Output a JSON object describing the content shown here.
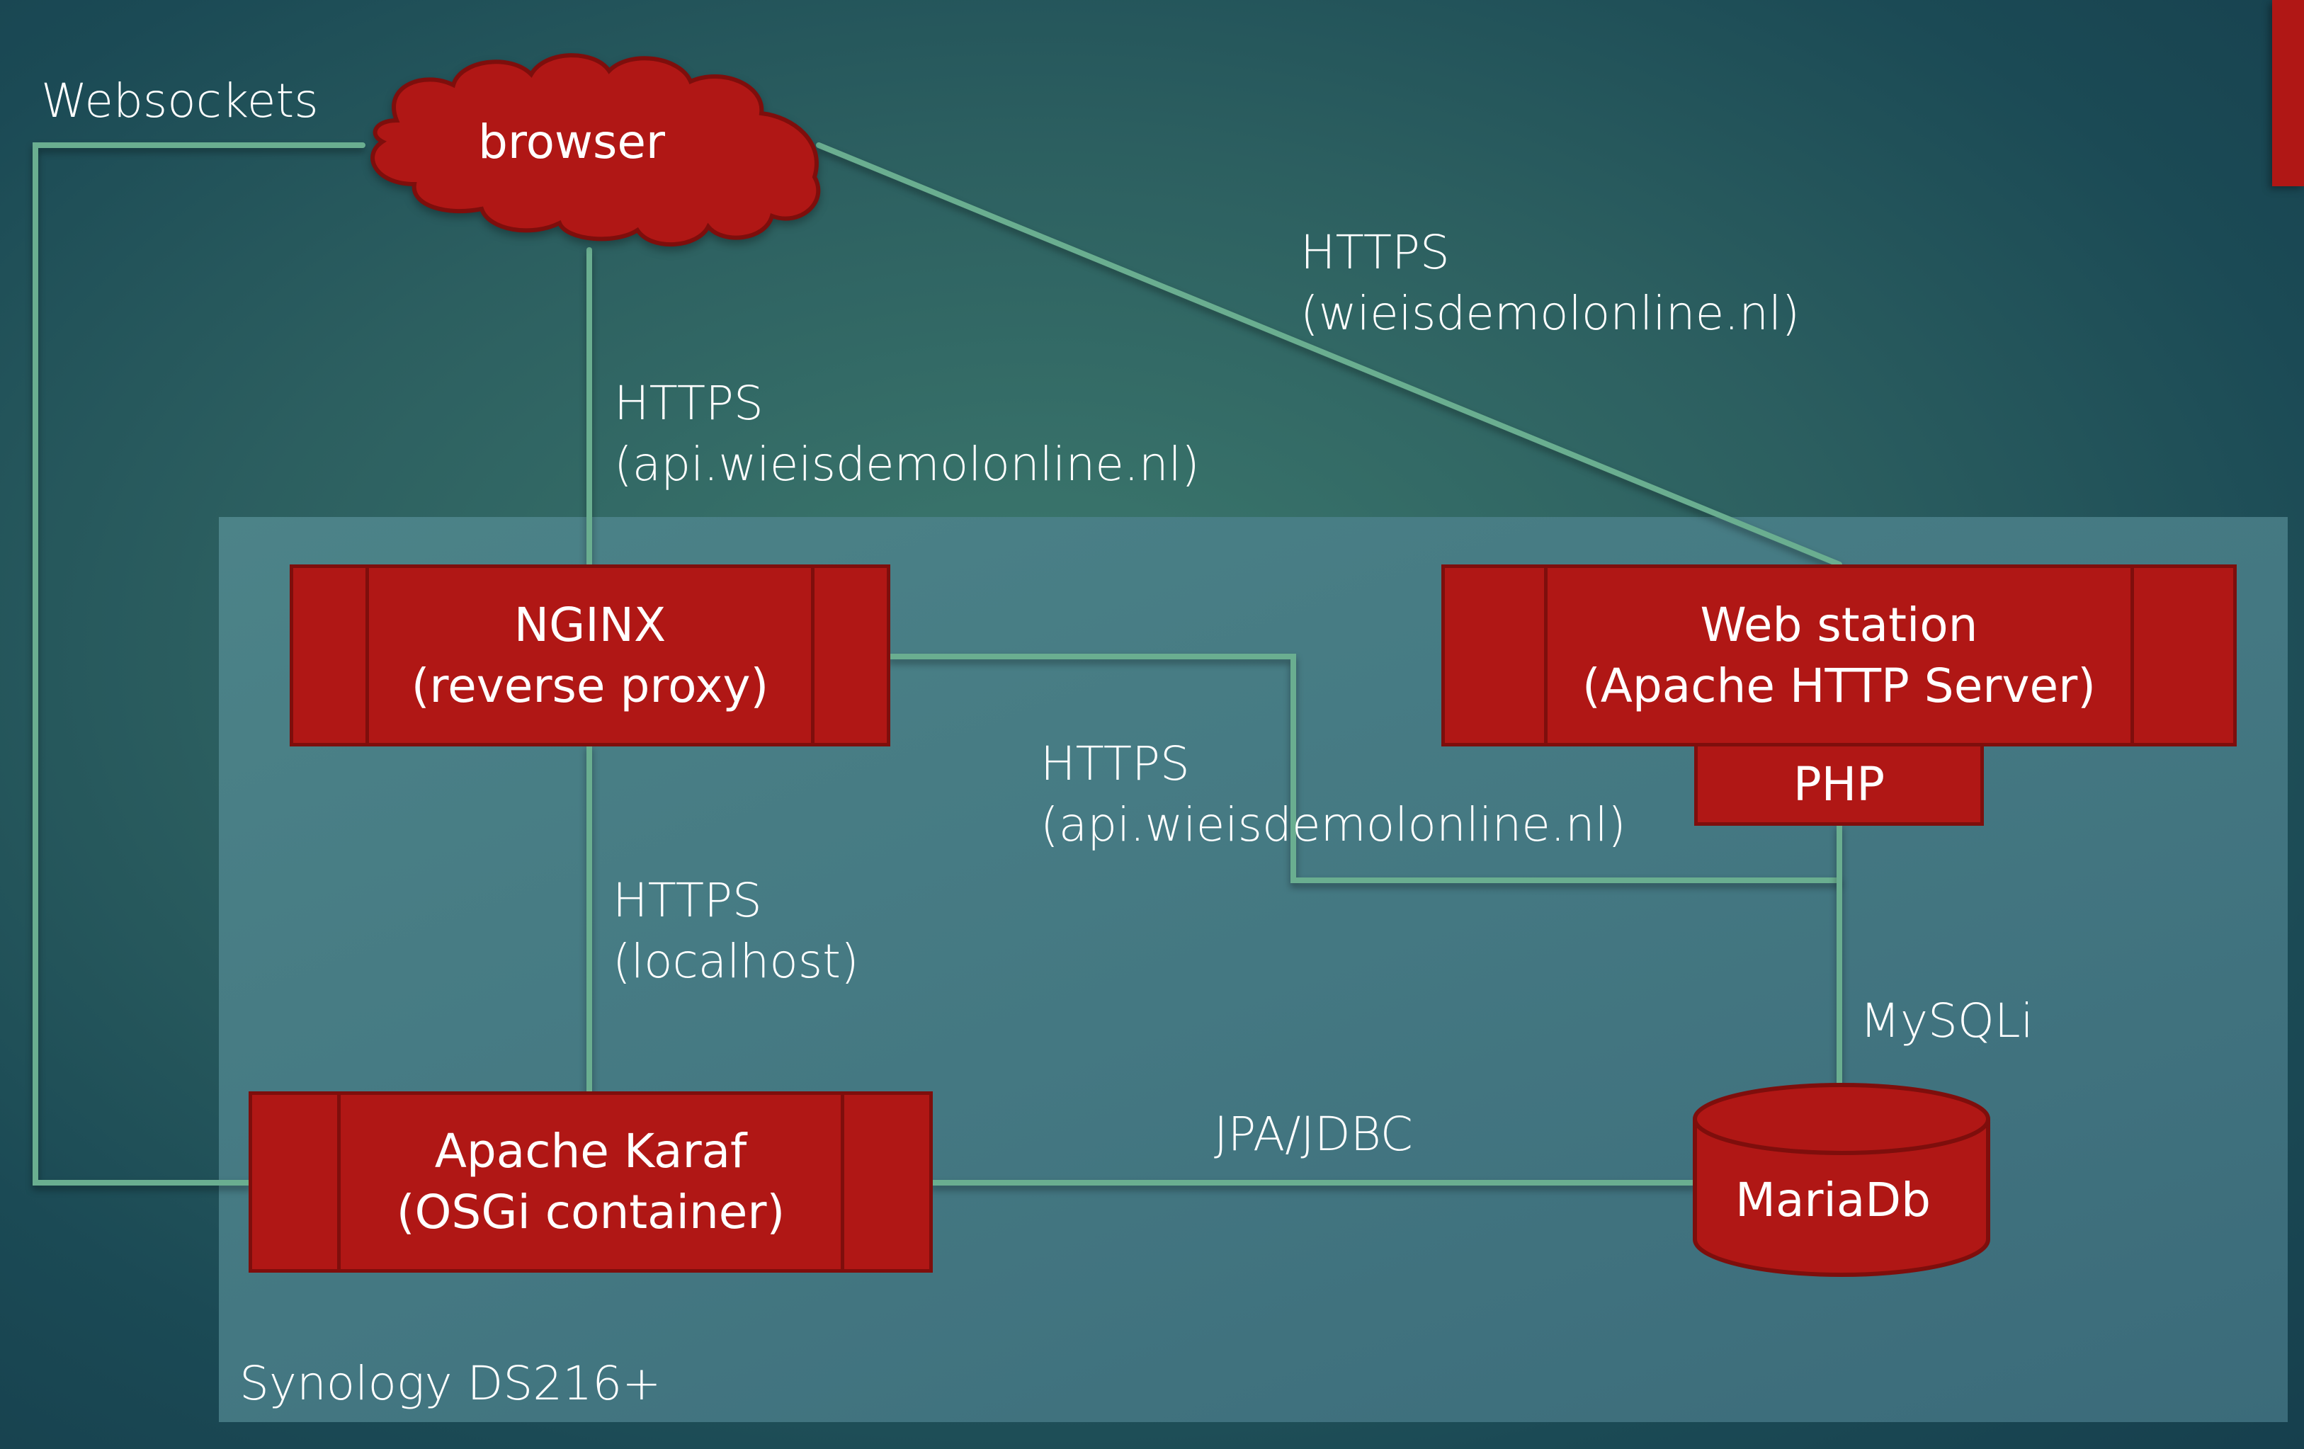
{
  "diagram": {
    "host": {
      "label": "Synology DS216+"
    },
    "nodes": {
      "browser": {
        "label": "browser",
        "shape": "cloud"
      },
      "nginx": {
        "line1": "NGINX",
        "line2": "(reverse proxy)"
      },
      "webstation": {
        "line1": "Web station",
        "line2": "(Apache HTTP Server)"
      },
      "php": {
        "label": "PHP"
      },
      "karaf": {
        "line1": "Apache Karaf",
        "line2": "(OSGi container)"
      },
      "mariadb": {
        "label": "MariaDb",
        "shape": "cylinder"
      }
    },
    "edges": {
      "browser_karaf": {
        "label": "Websockets"
      },
      "browser_nginx": {
        "line1": "HTTPS",
        "line2": "(api.wieisdemolonline.nl)"
      },
      "browser_webstation": {
        "line1": "HTTPS",
        "line2": "(wieisdemolonline.nl)"
      },
      "php_nginx": {
        "line1": "HTTPS",
        "line2": "(api.wieisdemolonline.nl)"
      },
      "nginx_karaf": {
        "line1": "HTTPS",
        "line2": "(localhost)"
      },
      "php_mariadb": {
        "label": "MySQLi"
      },
      "karaf_mariadb": {
        "label": "JPA/JDBC"
      }
    },
    "colors": {
      "component_fill": "#b01715",
      "component_border": "#7e0e0c",
      "connector": "#6aae90",
      "host_box": "#447882",
      "text": "#ffffff"
    }
  }
}
